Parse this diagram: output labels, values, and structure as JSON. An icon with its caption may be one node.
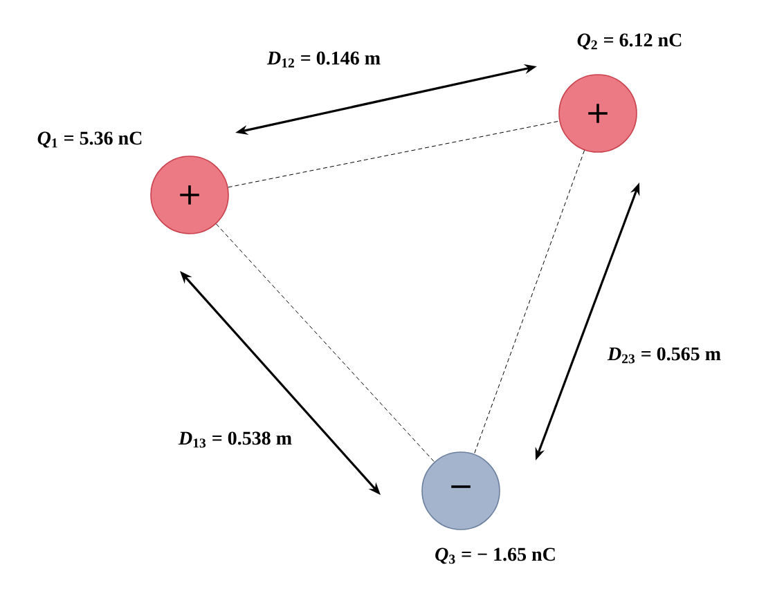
{
  "diagram": {
    "nodes": [
      {
        "text": [
          "+"
        ],
        "beside": [
          "*Q*$_{1}$ = 5.36  nC"
        ]
      },
      {
        "text": [
          "+"
        ],
        "beside": [
          "*Q*$_{2}$ = 6.12  nC"
        ]
      },
      {
        "text": [
          "−"
        ],
        "beside": [
          "*Q*$_{3}$ = − 1.65  nC"
        ]
      }
    ],
    "edges": [
      {
        "from": 0,
        "to": 1,
        "arrow": "none",
        "style": "dashed"
      },
      {
        "from": 0,
        "to": 2,
        "arrow": "none",
        "style": "dashed"
      },
      {
        "from": 1,
        "to": 2,
        "arrow": "none",
        "style": "dashed"
      }
    ],
    "labels": [
      "*D*$_{12}$ = 0.146  m",
      "*D*$_{23}$ = 0.565  m",
      "*D*$_{13}$ = 0.538  m"
    ]
  }
}
